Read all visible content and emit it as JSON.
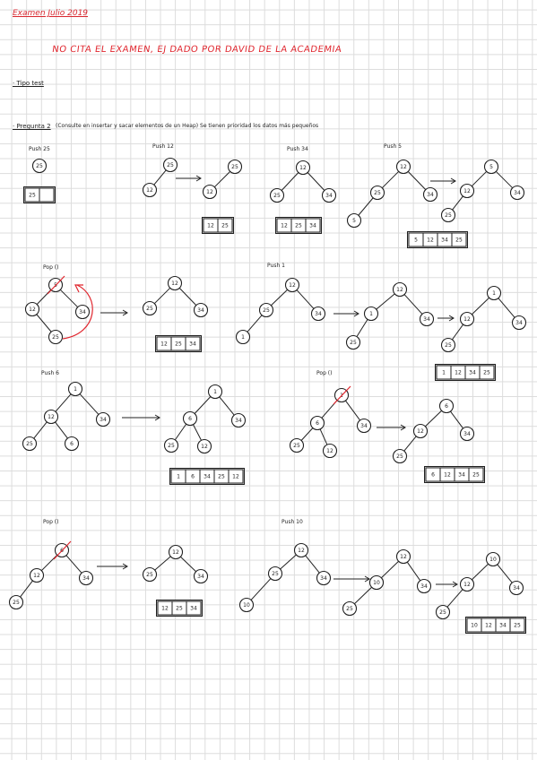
{
  "header": {
    "title": "Examen Julio 2019",
    "note": "NO CITA EL EXAMEN, EJ DADO POR DAVID DE LA ACADEMIA",
    "section": "· Tipo test",
    "question_label": "· Pregunta 2",
    "question_text": "(Consulte en insertar y sacar elementos de un Heap)  Se tienen prioridad los datos más pequeños"
  },
  "colors": {
    "ink": "#222222",
    "red": "#e0262e",
    "grid": "#dcdcdc"
  },
  "steps": [
    {
      "label": "Push 25",
      "trees": [
        {
          "nodes": [
            {
              "id": "a",
              "value": "25"
            }
          ]
        }
      ],
      "array": [
        "25",
        ""
      ]
    },
    {
      "label": "Push 12",
      "trees": [
        {
          "nodes": [
            {
              "id": "a",
              "value": "25"
            },
            {
              "id": "b",
              "value": "12"
            }
          ]
        },
        {
          "nodes": [
            {
              "id": "a",
              "value": "12"
            },
            {
              "id": "b",
              "value": "25"
            }
          ]
        }
      ],
      "array": [
        "12",
        "25"
      ]
    },
    {
      "label": "Push 34",
      "trees": [
        {
          "nodes": [
            {
              "id": "a",
              "value": "12"
            },
            {
              "id": "b",
              "value": "25"
            },
            {
              "id": "c",
              "value": "34"
            }
          ]
        }
      ],
      "array": [
        "12",
        "25",
        "34"
      ]
    },
    {
      "label": "Push 5",
      "trees": [
        {
          "nodes": [
            {
              "id": "a",
              "value": "12"
            },
            {
              "id": "b",
              "value": "25"
            },
            {
              "id": "c",
              "value": "34"
            },
            {
              "id": "d",
              "value": "5"
            }
          ]
        },
        {
          "nodes": [
            {
              "id": "a",
              "value": "5"
            },
            {
              "id": "b",
              "value": "12"
            },
            {
              "id": "c",
              "value": "34"
            },
            {
              "id": "d",
              "value": "25"
            }
          ]
        }
      ],
      "array": [
        "5",
        "12",
        "34",
        "25"
      ]
    },
    {
      "label": "Pop ()",
      "trees": [
        {
          "nodes": [
            {
              "id": "a",
              "value": "5",
              "crossed": true
            },
            {
              "id": "b",
              "value": "12"
            },
            {
              "id": "c",
              "value": "34"
            },
            {
              "id": "d",
              "value": "25"
            }
          ]
        },
        {
          "nodes": [
            {
              "id": "a",
              "value": "12"
            },
            {
              "id": "b",
              "value": "25"
            },
            {
              "id": "c",
              "value": "34"
            }
          ]
        }
      ],
      "array": [
        "12",
        "25",
        "34"
      ]
    },
    {
      "label": "Push 1",
      "trees": [
        {
          "nodes": [
            {
              "id": "a",
              "value": "12"
            },
            {
              "id": "b",
              "value": "25"
            },
            {
              "id": "c",
              "value": "34"
            },
            {
              "id": "d",
              "value": "1"
            }
          ]
        },
        {
          "nodes": [
            {
              "id": "a",
              "value": "12"
            },
            {
              "id": "b",
              "value": "1"
            },
            {
              "id": "c",
              "value": "34"
            },
            {
              "id": "d",
              "value": "25"
            }
          ]
        },
        {
          "nodes": [
            {
              "id": "a",
              "value": "1"
            },
            {
              "id": "b",
              "value": "12"
            },
            {
              "id": "c",
              "value": "34"
            },
            {
              "id": "d",
              "value": "25"
            }
          ]
        }
      ],
      "array": [
        "1",
        "12",
        "34",
        "25"
      ]
    },
    {
      "label": "Push 6",
      "trees": [
        {
          "nodes": [
            {
              "id": "a",
              "value": "1"
            },
            {
              "id": "b",
              "value": "12"
            },
            {
              "id": "c",
              "value": "34"
            },
            {
              "id": "d",
              "value": "25"
            },
            {
              "id": "e",
              "value": "6"
            }
          ]
        },
        {
          "nodes": [
            {
              "id": "a",
              "value": "1"
            },
            {
              "id": "b",
              "value": "6"
            },
            {
              "id": "c",
              "value": "34"
            },
            {
              "id": "d",
              "value": "25"
            },
            {
              "id": "e",
              "value": "12"
            }
          ]
        }
      ],
      "array": [
        "1",
        "6",
        "34",
        "25",
        "12"
      ]
    },
    {
      "label": "Pop ()",
      "trees": [
        {
          "nodes": [
            {
              "id": "a",
              "value": "1",
              "crossed": true
            },
            {
              "id": "b",
              "value": "6"
            },
            {
              "id": "c",
              "value": "34"
            },
            {
              "id": "d",
              "value": "25"
            },
            {
              "id": "e",
              "value": "12"
            }
          ]
        },
        {
          "nodes": [
            {
              "id": "a",
              "value": "6"
            },
            {
              "id": "b",
              "value": "12"
            },
            {
              "id": "c",
              "value": "34"
            },
            {
              "id": "d",
              "value": "25"
            }
          ]
        }
      ],
      "array": [
        "6",
        "12",
        "34",
        "25"
      ]
    },
    {
      "label": "Pop ()",
      "trees": [
        {
          "nodes": [
            {
              "id": "a",
              "value": "6",
              "crossed": true
            },
            {
              "id": "b",
              "value": "12"
            },
            {
              "id": "c",
              "value": "34"
            },
            {
              "id": "d",
              "value": "25"
            }
          ]
        },
        {
          "nodes": [
            {
              "id": "a",
              "value": "12"
            },
            {
              "id": "b",
              "value": "25"
            },
            {
              "id": "c",
              "value": "34"
            }
          ]
        }
      ],
      "array": [
        "12",
        "25",
        "34"
      ]
    },
    {
      "label": "Push 10",
      "trees": [
        {
          "nodes": [
            {
              "id": "a",
              "value": "12"
            },
            {
              "id": "b",
              "value": "25"
            },
            {
              "id": "c",
              "value": "34"
            },
            {
              "id": "d",
              "value": "10"
            }
          ]
        },
        {
          "nodes": [
            {
              "id": "a",
              "value": "12"
            },
            {
              "id": "b",
              "value": "10"
            },
            {
              "id": "c",
              "value": "34"
            },
            {
              "id": "d",
              "value": "25"
            }
          ]
        },
        {
          "nodes": [
            {
              "id": "a",
              "value": "10"
            },
            {
              "id": "b",
              "value": "12"
            },
            {
              "id": "c",
              "value": "34"
            },
            {
              "id": "d",
              "value": "25"
            }
          ]
        }
      ],
      "array": [
        "10",
        "12",
        "34",
        "25"
      ]
    }
  ]
}
